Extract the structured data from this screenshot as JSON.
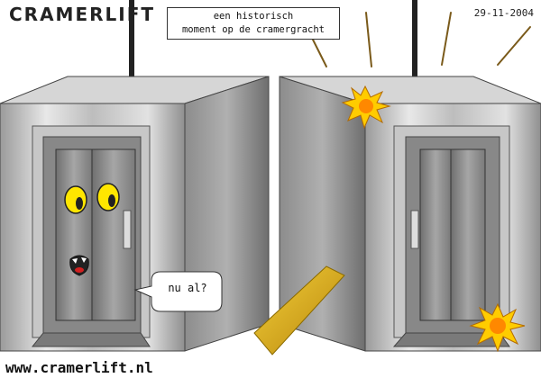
{
  "header": {
    "title": "CRAMERLIFT",
    "date": "29-11-2004"
  },
  "caption": {
    "line1": "een historisch",
    "line2": "moment op de cramergracht"
  },
  "speech": {
    "text": "nu al?"
  },
  "footer": {
    "url": "www.cramerlift.nl"
  },
  "colors": {
    "accent_eye": "#ffe600",
    "explosion_outer": "#ffcc00",
    "explosion_inner": "#ff8800",
    "gold_panel": "#d4a415"
  }
}
